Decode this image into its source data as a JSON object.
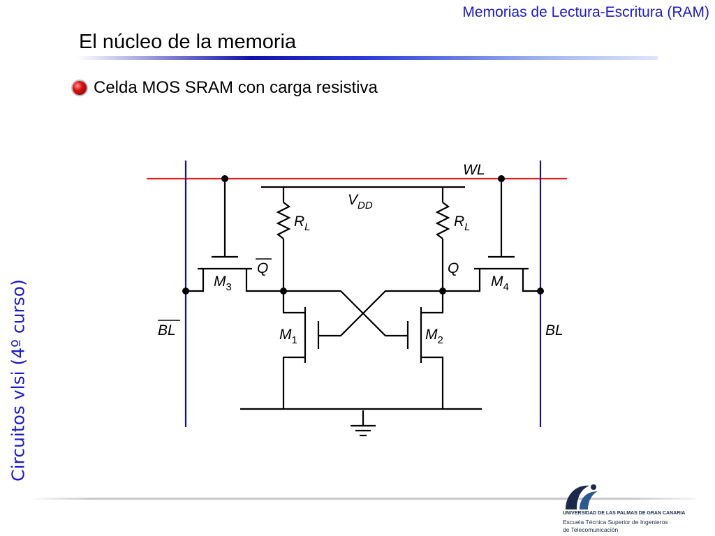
{
  "header": {
    "title": "Memorias de Lectura-Escritura (RAM)"
  },
  "slide": {
    "title": "El núcleo de la memoria",
    "bullet": "Celda MOS SRAM con carga resistiva"
  },
  "side_label": "Circuitos vlsi (4º curso)",
  "circuit": {
    "labels": {
      "wl": "WL",
      "vdd": "V",
      "vdd_sub": "DD",
      "rl": "R",
      "rl_sub": "L",
      "q": "Q",
      "q_bar": "Q",
      "m": "M",
      "m1_sub": "1",
      "m2_sub": "2",
      "m3_sub": "3",
      "m4_sub": "4",
      "bl": "BL",
      "bl_bar": "BL"
    },
    "colors": {
      "word_line": "#e82020",
      "bit_line": "#1111aa",
      "wire": "#000000"
    }
  },
  "footer": {
    "university": "UNIVERSIDAD DE LAS PALMAS DE GRAN CANARIA",
    "school_line1": "Escuela Técnica Superior de Ingenieros",
    "school_line2": "de Telecomunicación"
  }
}
